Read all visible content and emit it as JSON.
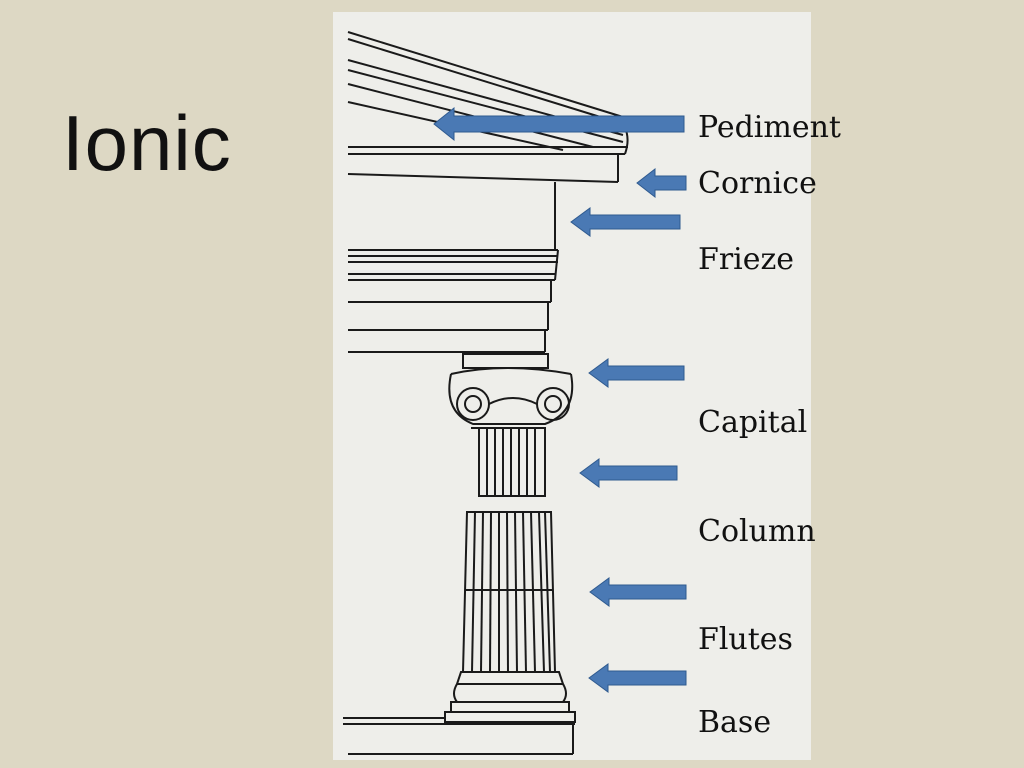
{
  "title": "Ionic",
  "labels": {
    "pediment": "Pediment",
    "cornice": "Cornice",
    "frieze": "Frieze",
    "capital": "Capital",
    "column": "Column",
    "flutes": "Flutes",
    "base": "Base"
  },
  "colors": {
    "background": "#ddd8c4",
    "arrow": "#4a79b4",
    "drawing": "#1a1a1a"
  }
}
